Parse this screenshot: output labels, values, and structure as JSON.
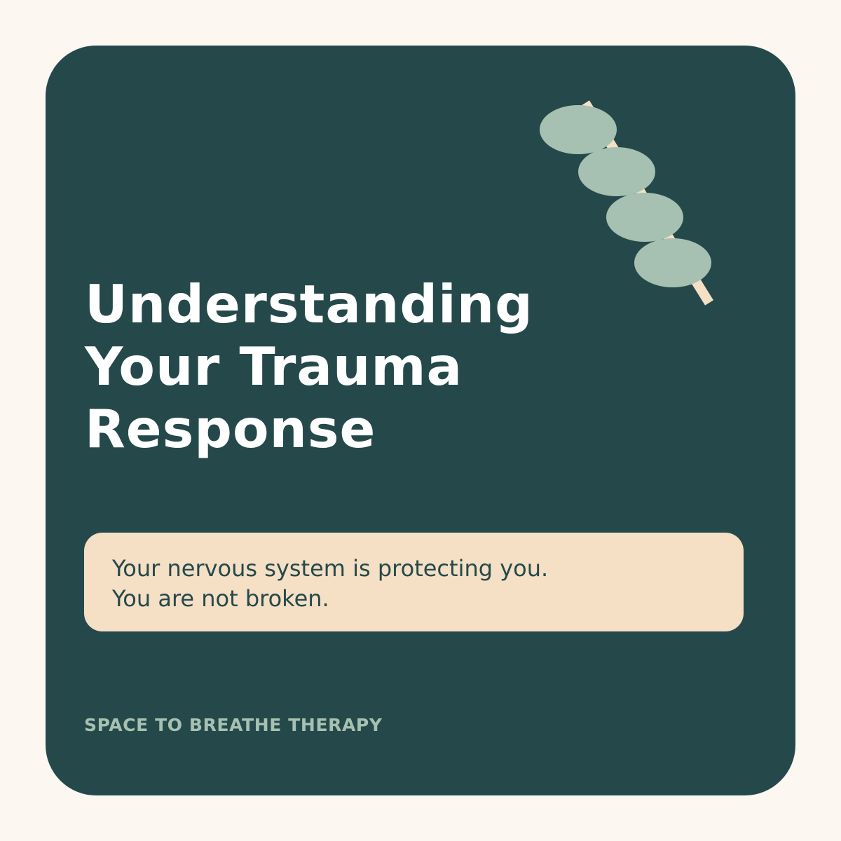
{
  "colors": {
    "page_background": "#FDF7F1",
    "card_background": "#25494A",
    "title_text": "#FFFFFF",
    "message_box_background": "#F5DFC5",
    "message_text": "#25494A",
    "brand_text": "#A6C1B1",
    "leaf": "#A6C1B1",
    "stem": "#F5DFC5"
  },
  "illustration": {
    "icon": "eucalyptus-branch-icon",
    "leaf_count": 4
  },
  "title": {
    "line1": "Understanding",
    "line2": "Your Trauma",
    "line3": "Response"
  },
  "message": {
    "line1": "Your nervous system is protecting you.",
    "line2": "You are not broken."
  },
  "brand": {
    "name": "SPACE TO BREATHE THERAPY"
  }
}
